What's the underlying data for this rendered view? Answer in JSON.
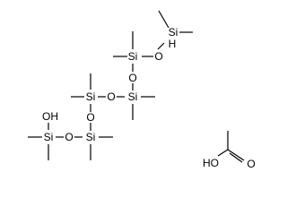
{
  "molecule": {
    "atoms": {
      "si_h": "Si",
      "h_on_si": "H",
      "o_top": "O",
      "si_top": "Si",
      "o_upper": "O",
      "si_mid_left": "Si",
      "o_mid": "O",
      "si_mid_right": "Si",
      "o_lower": "O",
      "si_bottom_right": "Si",
      "o_bottom": "O",
      "si_bottom_left": "Si",
      "oh_label": "OH"
    },
    "acetic_acid": {
      "ho_label": "HO",
      "o_label": "O"
    }
  }
}
